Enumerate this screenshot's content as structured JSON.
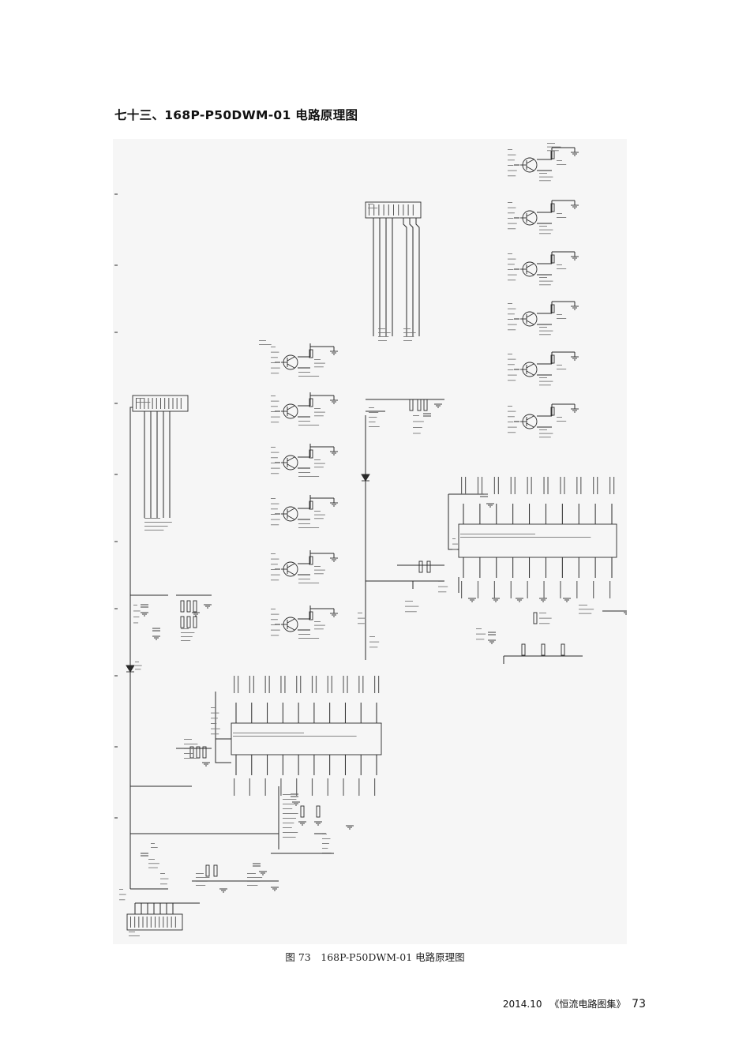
{
  "section_title": "七十三、168P-P50DWM-01 电路原理图",
  "figure_caption": "图 73　168P-P50DWM-01 电路原理图",
  "footer": {
    "date": "2014.10",
    "book_title": "《恒流电路图集》",
    "page_number": "73"
  },
  "colors": {
    "background": "#ffffff",
    "schematic_background": "#f6f6f6",
    "line": "#2a2a2a"
  }
}
